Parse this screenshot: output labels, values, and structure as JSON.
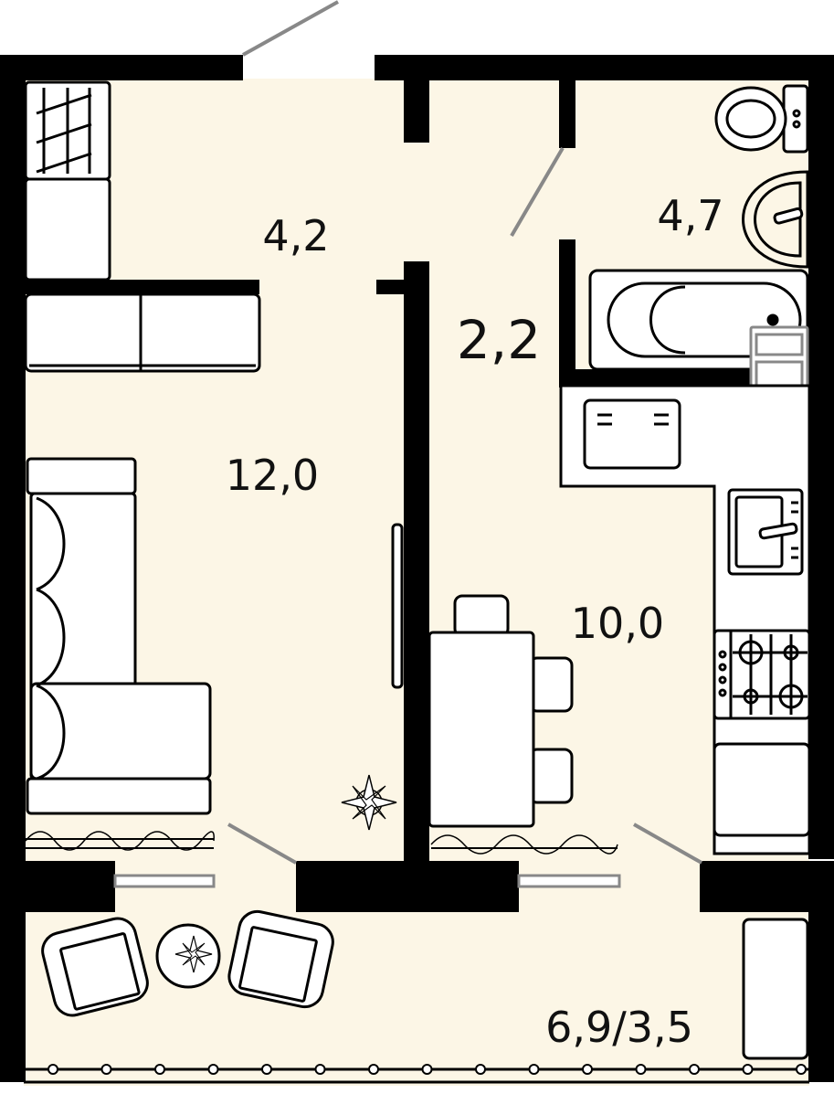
{
  "rooms": {
    "hall": {
      "area": "4,2"
    },
    "living_room": {
      "area": "12,0"
    },
    "corridor": {
      "area": "2,2"
    },
    "bathroom": {
      "area": "4,7"
    },
    "kitchen": {
      "area": "10,0"
    },
    "balcony": {
      "area": "6,9/3,5"
    }
  },
  "colors": {
    "floor": "#fcf6e6",
    "wall": "#000000",
    "furniture": "#ffffff",
    "door_swing": "#888888",
    "text": "#111111"
  },
  "icons": {
    "compass": "compass-rose-icon"
  }
}
